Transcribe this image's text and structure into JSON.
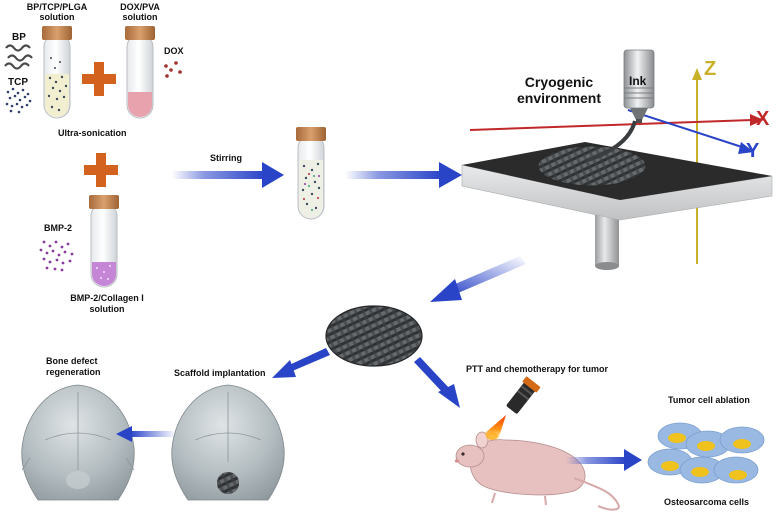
{
  "labels": {
    "bp_tcp_plga_line1": "BP/TCP/PLGA",
    "bp_tcp_plga_line2": "solution",
    "dox_pva_line1": "DOX/PVA",
    "dox_pva_line2": "solution",
    "bp": "BP",
    "tcp": "TCP",
    "dox": "DOX",
    "ultra_sonication": "Ultra-sonication",
    "bmp2": "BMP-2",
    "bmp2_collagen_line1": "BMP-2/Collagen I",
    "bmp2_collagen_line2": "solution",
    "stirring": "Stirring",
    "cryogenic_line1": "Cryogenic",
    "cryogenic_line2": "environment",
    "ink": "Ink",
    "axis_x": "X",
    "axis_y": "Y",
    "axis_z": "Z",
    "bone_defect_line1": "Bone defect",
    "bone_defect_line2": "regeneration",
    "scaffold_implantation": "Scaffold implantation",
    "ptt": "PTT and chemotherapy for tumor",
    "tumor_ablation": "Tumor cell ablation",
    "osteosarcoma": "Osteosarcoma cells"
  },
  "colors": {
    "plus": "#d4621f",
    "arrow": "#2a44c8",
    "axis_x": "#c0282a",
    "axis_y": "#2a44c8",
    "axis_z": "#c9b12a",
    "tube_cap": "#c58a57",
    "bp_tcp_liquid": "#f1efcf",
    "dox_liquid": "#e8a2ad",
    "bmp_liquid": "#c586d6",
    "stage_top": "#2b2b2b",
    "skull": "#a9b2b6",
    "cell_blue": "#9ab9e2",
    "cell_nucleus": "#efc21e"
  },
  "icons": [
    "plus-icon",
    "arrow-icon",
    "test-tube-icon",
    "particles-icon",
    "printer-nozzle-icon",
    "scaffold-icon",
    "skull-icon",
    "mouse-icon",
    "laser-icon",
    "cell-icon"
  ]
}
